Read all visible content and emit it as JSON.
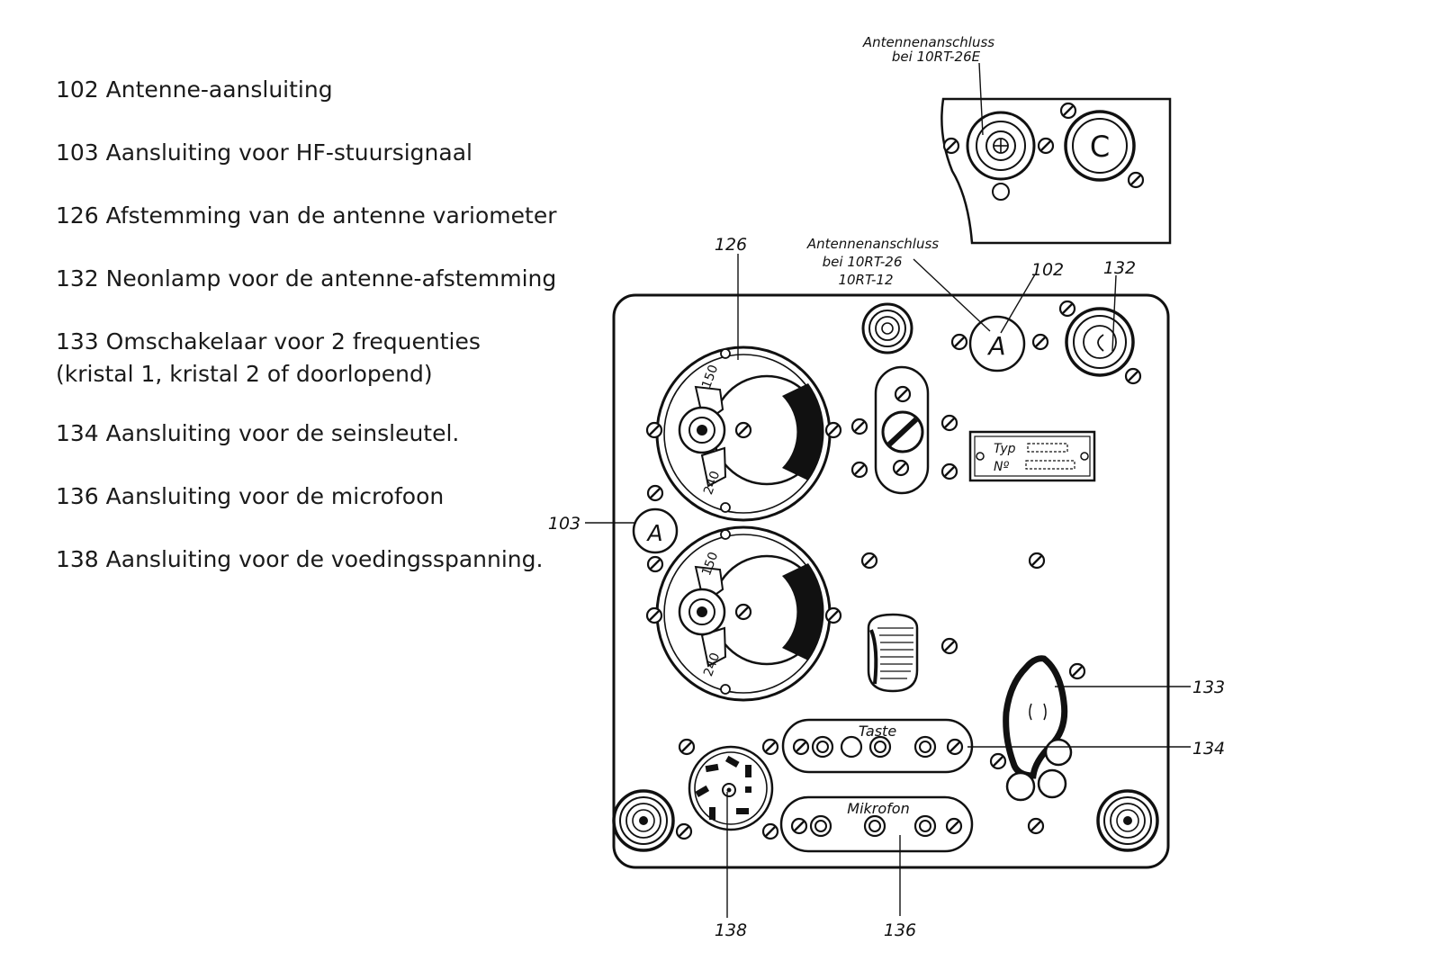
{
  "legend": [
    "102 Antenne-aansluiting",
    "103 Aansluiting voor HF-stuursignaal",
    "126 Afstemming van de antenne variometer",
    "132 Neonlamp voor de antenne-afstemming",
    "133 Omschakelaar voor 2 frequenties (kristal 1, kristal 2 of doorlopend)",
    "134 Aansluiting voor de seinsleutel.",
    "136 Aansluiting voor de microfoon",
    "138 Aansluiting voor de voedingsspanning."
  ],
  "diagram": {
    "callouts": {
      "c126": "126",
      "c102": "102",
      "c132": "132",
      "c103": "103",
      "c133": "133",
      "c134": "134",
      "c138": "138",
      "c136": "136"
    },
    "inset_note_line1": "Antennenanschluss",
    "inset_note_line2": "bei 10RT-26E",
    "panel_note_line1": "Antennenanschluss",
    "panel_note_line2": "bei 10RT-26",
    "panel_note_line3": "10RT-12",
    "socket_a_top": "A",
    "socket_a_side": "A",
    "socket_c_inset": "C",
    "plate_typ": "Typ",
    "plate_no": "Nº",
    "dial_top_150": "150",
    "dial_top_240": "240",
    "dial_bottom_150": "150",
    "dial_bottom_240": "240",
    "strip_taste": "Taste",
    "strip_mikrofon": "Mikrofon"
  }
}
